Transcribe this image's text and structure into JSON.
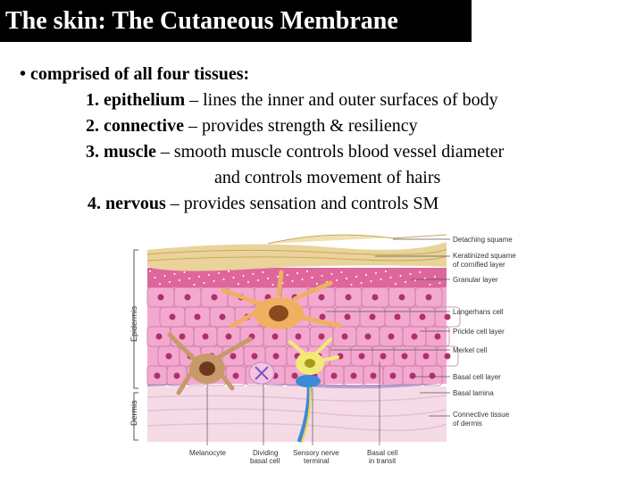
{
  "slide": {
    "title": "The skin: The Cutaneous Membrane",
    "bullet": "• comprised of all four tissues:",
    "items": [
      {
        "num": "1.",
        "term": "epithelium",
        "desc": " – lines the inner and outer surfaces of body"
      },
      {
        "num": "2.",
        "term": "connective",
        "desc": " – provides strength & resiliency"
      },
      {
        "num": "3.",
        "term": "muscle",
        "desc": " – smooth muscle controls blood vessel diameter"
      },
      {
        "continuation": "and controls movement of hairs"
      },
      {
        "num": "4.",
        "term": "nervous",
        "desc": " – provides sensation and controls SM"
      }
    ]
  },
  "diagram": {
    "right_labels": [
      "Detaching squame",
      "Keratinized squame",
      "of cornified layer",
      "Granular layer",
      "Langerhans cell",
      "Prickle cell layer",
      "Merkel cell",
      "Basal cell layer",
      "Basal lamina",
      "Connective tissue",
      "of dermis"
    ],
    "bottom_labels": [
      {
        "lines": [
          "Melanocyte"
        ]
      },
      {
        "lines": [
          "Dividing",
          "basal cell"
        ]
      },
      {
        "lines": [
          "Sensory nerve",
          "terminal"
        ]
      },
      {
        "lines": [
          "Basal cell",
          "in transit"
        ]
      }
    ],
    "side_labels": [
      "Epidermis",
      "Dermis"
    ],
    "colors": {
      "title_bg": "#000000",
      "keratin": "#e9d39a",
      "cells": "#f3a9cf",
      "nuclei": "#b0306a",
      "dermis": "#f4dbe6",
      "melanocyte": "#c69a6a",
      "langerhans": "#f0b062",
      "nerve": "#3c8ad8",
      "merkel": "#f2e977"
    }
  }
}
